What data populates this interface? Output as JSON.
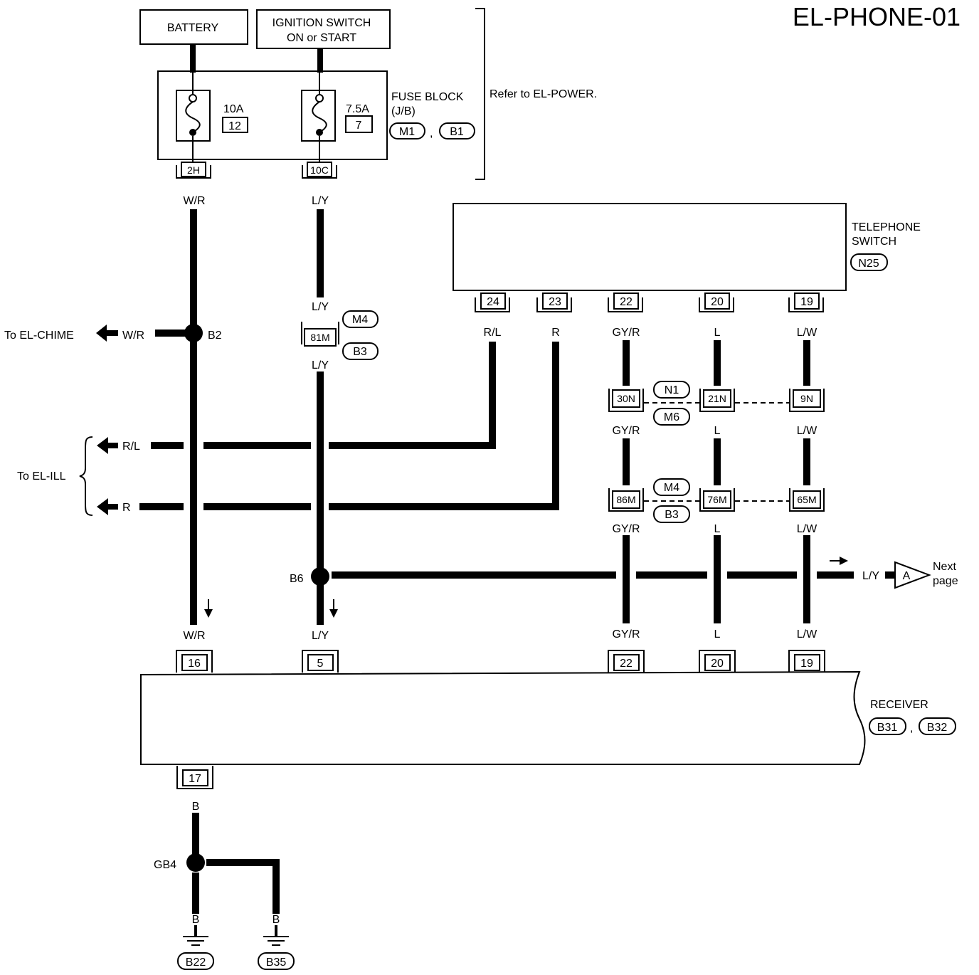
{
  "page_title": "EL-PHONE-01",
  "battery": {
    "label": "BATTERY"
  },
  "ignition": {
    "line1": "IGNITION SWITCH",
    "line2": "ON or START"
  },
  "fuse_block": {
    "line1": "FUSE BLOCK",
    "line2": "(J/B)",
    "fuse_a": {
      "rating": "10A",
      "number": "12",
      "terminal": "2H"
    },
    "fuse_b": {
      "rating": "7.5A",
      "number": "7",
      "terminal": "10C"
    },
    "connectors": [
      "M1",
      "B1"
    ],
    "sep": ","
  },
  "refer": "Refer to EL-POWER.",
  "telephone_switch": {
    "line1": "TELEPHONE",
    "line2": "SWITCH",
    "connector": "N25",
    "terminals": [
      "24",
      "23",
      "22",
      "20",
      "19"
    ]
  },
  "wire_colors": {
    "wr": "W/R",
    "ly": "L/Y",
    "rl": "R/L",
    "r": "R",
    "gyr": "GY/R",
    "l": "L",
    "lw": "L/W",
    "b": "B"
  },
  "to_el_chime": "To EL-CHIME",
  "to_el_ill": "To EL-ILL",
  "splices": {
    "b2": "B2",
    "b6": "B6",
    "gb4": "GB4"
  },
  "connectors_mid": {
    "c81m": "81M",
    "m4": "M4",
    "b3": "B3",
    "c30n": "30N",
    "c21n": "21N",
    "c9n": "9N",
    "n1": "N1",
    "m6": "M6",
    "c86m": "86M",
    "c76m": "76M",
    "c65m": "65M"
  },
  "next_page": {
    "connector": "A",
    "line1": "Next",
    "line2": "page"
  },
  "receiver": {
    "label": "RECEIVER",
    "connectors": [
      "B31",
      "B32"
    ],
    "sep": ",",
    "terminals_top": [
      "16",
      "5",
      "22",
      "20",
      "19"
    ],
    "terminal_bottom": "17"
  },
  "grounds": [
    "B22",
    "B35"
  ]
}
